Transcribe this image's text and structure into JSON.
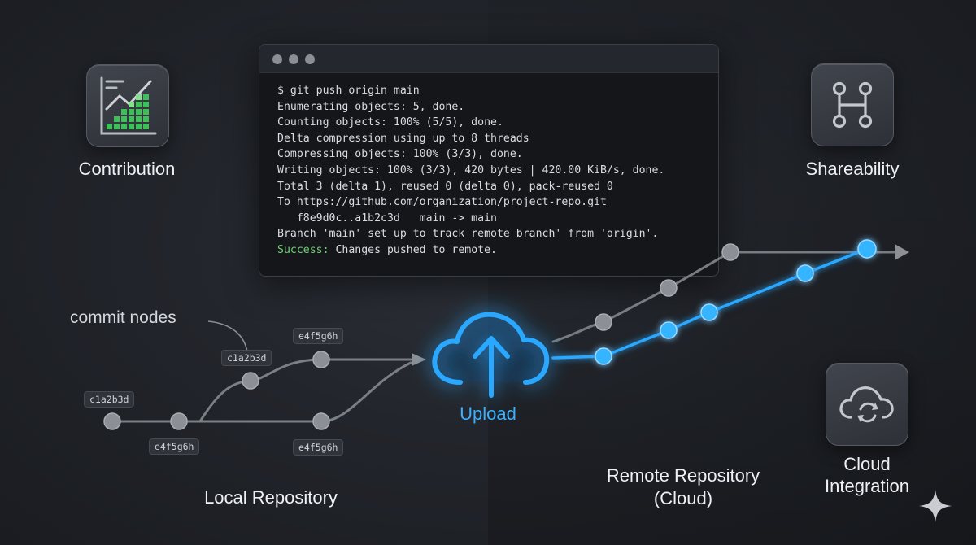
{
  "terminal": {
    "lines": [
      "$ git push origin main",
      "Enumerating objects: 5, done.",
      "Counting objects: 100% (5/5), done.",
      "Delta compression using up to 8 threads",
      "Compressing objects: 100% (3/3), done.",
      "Writing objects: 100% (3/3), 420 bytes | 420.00 KiB/s, done.",
      "Total 3 (delta 1), reused 0 (delta 0), pack-reused 0",
      "To https://github.com/organization/project-repo.git",
      "   f8e9d0c..a1b2c3d   main -> main",
      "Branch 'main' set up to track remote branch' from 'origin'."
    ],
    "success_prefix": "Success:",
    "success_text": " Changes pushed to remote."
  },
  "labels": {
    "contribution": "Contribution",
    "shareability": "Shareability",
    "commit_nodes": "commit nodes",
    "upload": "Upload",
    "local_repo": "Local Repository",
    "remote_repo_line1": "Remote Repository",
    "remote_repo_line2": "(Cloud)",
    "cloud_line1": "Cloud",
    "cloud_line2": "Integration"
  },
  "hashes": {
    "root": "c1a2b3d",
    "root_next": "e4f5g6h",
    "upper_1": "c1a2b3d",
    "upper_2": "e4f5g6h",
    "lower_2": "e4f5g6h"
  },
  "icons": {
    "contribution": "contribution-chart-icon",
    "shareability": "branch-share-icon",
    "upload": "cloud-upload-icon",
    "cloud": "cloud-sync-icon",
    "sparkle": "sparkle-icon"
  },
  "colors": {
    "accent_blue": "#2aa8ff",
    "success_green": "#6fcf73",
    "node_gray": "#8c8f95"
  }
}
